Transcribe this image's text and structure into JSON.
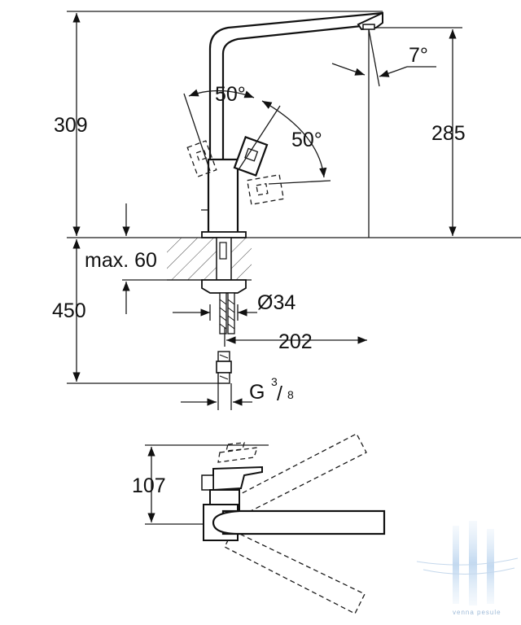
{
  "dimensions": {
    "total_height": "309",
    "spout_height": "285",
    "spout_angle": "7°",
    "lever_angle_front": "50°",
    "lever_angle_side": "50°",
    "max_deck_thickness": "max. 60",
    "hose_length": "450",
    "hole_diameter": "Ø34",
    "spout_reach": "202",
    "connection_thread_prefix": "G",
    "connection_thread_numerator": "3",
    "connection_thread_denominator": "8",
    "top_view_width": "107"
  },
  "watermark": {
    "text": "venna pesule",
    "color": "#8fb8e0"
  },
  "colors": {
    "line": "#1a1a1a",
    "background": "#ffffff"
  }
}
